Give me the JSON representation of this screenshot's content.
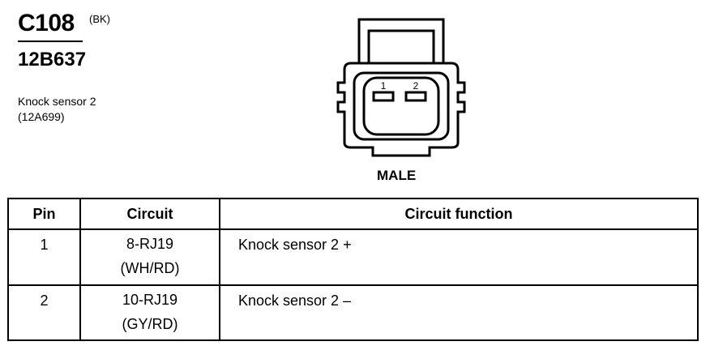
{
  "header": {
    "connector_code": "C108",
    "connector_color": "(BK)",
    "part_number": "12B637",
    "description_line1": "Knock sensor 2",
    "description_line2": "(12A699)"
  },
  "connector": {
    "gender": "MALE",
    "pin_labels": [
      "1",
      "2"
    ]
  },
  "table": {
    "headers": {
      "pin": "Pin",
      "circuit": "Circuit",
      "function": "Circuit function"
    },
    "rows": [
      {
        "pin": "1",
        "circuit": "8-RJ19",
        "color": "(WH/RD)",
        "function": "Knock sensor 2  +"
      },
      {
        "pin": "2",
        "circuit": "10-RJ19",
        "color": "(GY/RD)",
        "function": "Knock sensor 2  –"
      }
    ]
  }
}
